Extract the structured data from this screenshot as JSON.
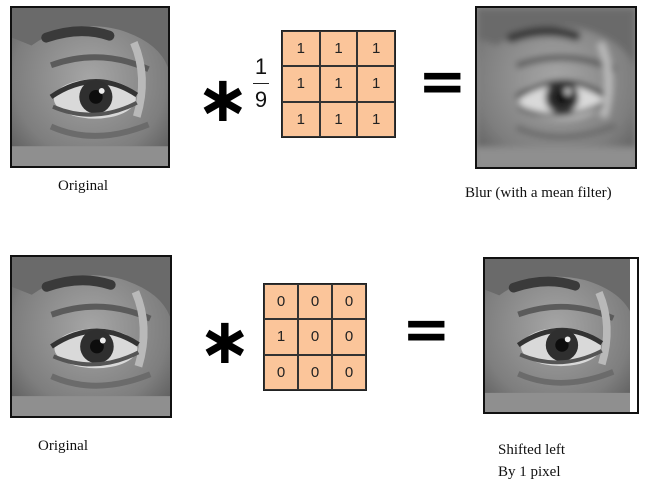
{
  "top": {
    "operator": "∗",
    "fraction": {
      "numerator": "1",
      "denominator": "9"
    },
    "kernel": [
      "1",
      "1",
      "1",
      "1",
      "1",
      "1",
      "1",
      "1",
      "1"
    ],
    "equals": "=",
    "left_caption": "Original",
    "right_caption": "Blur (with a mean filter)"
  },
  "bottom": {
    "operator": "∗",
    "kernel": [
      "0",
      "0",
      "0",
      "1",
      "0",
      "0",
      "0",
      "0",
      "0"
    ],
    "equals": "=",
    "left_caption": "Original",
    "right_caption_line1": "Shifted left",
    "right_caption_line2": "By 1 pixel"
  },
  "colors": {
    "kernel_fill": "#fbc59a",
    "border": "#111111"
  }
}
